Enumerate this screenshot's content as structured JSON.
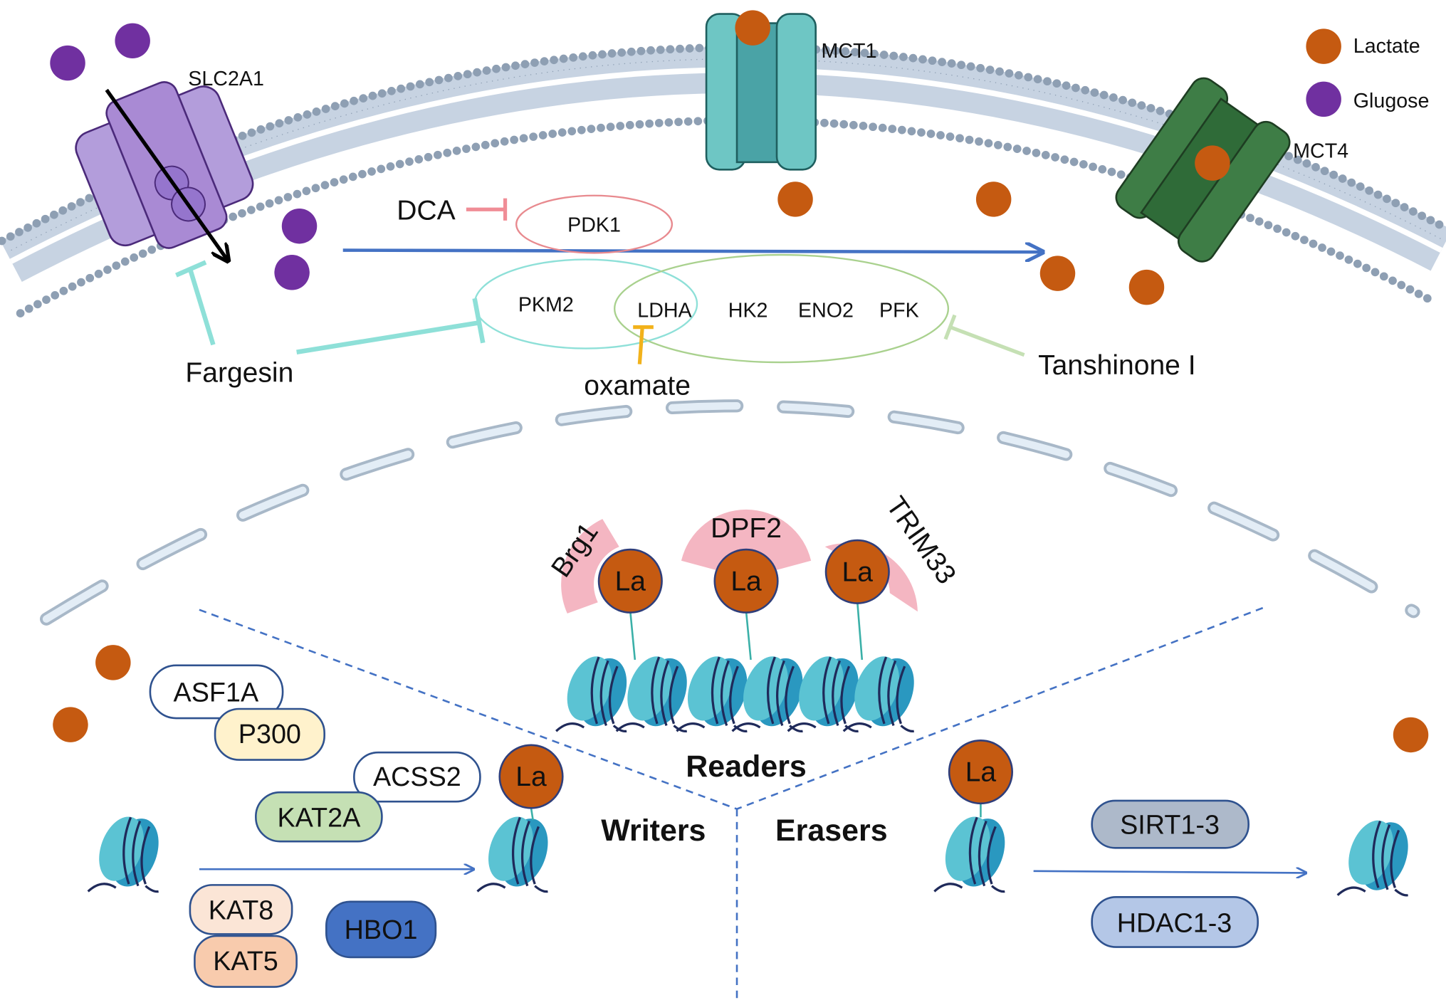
{
  "legend": {
    "lactate": "Lactate",
    "glucose": "Glugose"
  },
  "transporters": {
    "slc2a1": "SLC2A1",
    "mct1": "MCT1",
    "mct4": "MCT4"
  },
  "enzymes": {
    "pdk1": "PDK1",
    "pkm2": "PKM2",
    "ldha": "LDHA",
    "hk2": "HK2",
    "eno2": "ENO2",
    "pfk": "PFK"
  },
  "inhibitors": {
    "dca": "DCA",
    "fargesin": "Fargesin",
    "oxamate": "oxamate",
    "tanshinone": "Tanshinone I"
  },
  "sections": {
    "readers": "Readers",
    "writers": "Writers",
    "erasers": "Erasers"
  },
  "readers": [
    "Brg1",
    "DPF2",
    "TRIM33"
  ],
  "lactyl_mark": "La",
  "writers": [
    "ASF1A",
    "P300",
    "ACSS2",
    "KAT2A",
    "KAT8",
    "KAT5",
    "HBO1"
  ],
  "erasers": [
    "SIRT1-3",
    "HDAC1-3"
  ],
  "colors": {
    "lactate": "#c55a11",
    "glucose": "#7030a0",
    "arrow": "#4472c4",
    "P300": "#fff2cc",
    "KAT2A": "#c5e0b4",
    "KAT8": "#fbe5d6",
    "KAT5": "#f8cbad",
    "HBO1": "#4472c4",
    "SIRT1-3": "#adb9ca",
    "HDAC1-3": "#b4c7e7",
    "reader": "#f4b6c2"
  }
}
